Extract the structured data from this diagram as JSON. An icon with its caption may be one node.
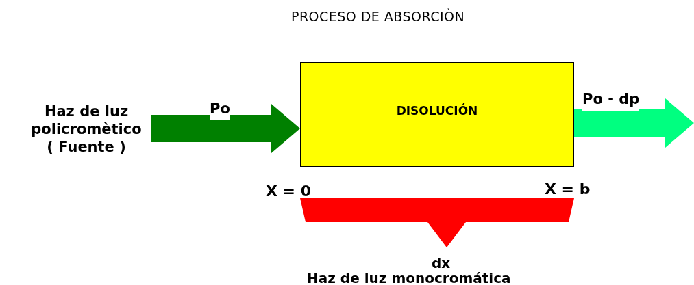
{
  "diagram": {
    "title": "PROCESO DE ABSORCIÒN",
    "nodes": [
      {
        "text": [
          "Haz de luz policromètico ( Fuente )"
        ]
      },
      {
        "text": [
          "DISOLUCIÓN"
        ]
      }
    ],
    "edges": [
      {
        "from": 0,
        "to": 1,
        "arrow": "to",
        "label": "Po",
        "style": "thick",
        "color": "#008000"
      },
      {
        "from": 1,
        "to": null,
        "arrow": "to",
        "label": "Po - dp",
        "style": "thick",
        "color": "#00ff80"
      }
    ],
    "labels": [
      "X = 0",
      "X = b",
      "dx",
      "Haz de luz monocromática"
    ]
  }
}
